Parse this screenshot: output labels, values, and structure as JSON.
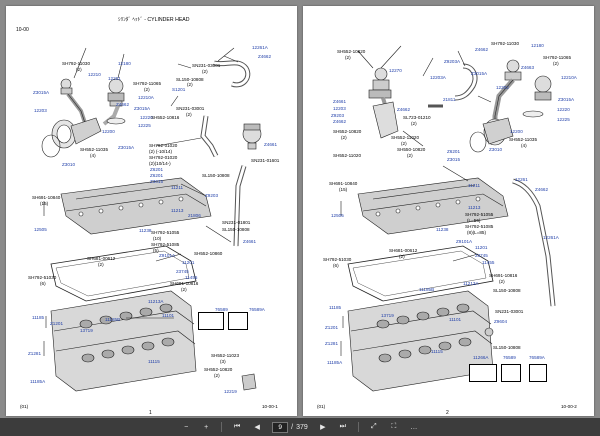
{
  "left_page": {
    "section": "10-00",
    "title": "ｼﾘﾝﾀﾞ ﾍｯﾄﾞ - CYLINDER HEAD",
    "footer_left": "(01)",
    "footer_right": "10-00-1",
    "page_number": "1",
    "labels": {
      "l1": "12261A",
      "l2": "Z4662",
      "l3": "SH792-11030",
      "l4": "(2)",
      "l5": "12180",
      "l6": "12210",
      "l7": "12261",
      "l8": "SN231-03001",
      "l9": "(2)",
      "l10": "Z3015A",
      "l11": "SH792-11065",
      "l12": "(2)",
      "l13": "12210A",
      "l14": "S1201",
      "l15": "SL150-10808",
      "l16": "(2)",
      "l17": "12203",
      "l18": "Z4662",
      "l19": "Z3015A",
      "l20": "SN231-03001",
      "l21": "(2)",
      "l22": "12220",
      "l23": "SH552-10816",
      "l24": "12225",
      "l25": "12200",
      "l26": "SH552-11035",
      "l27": "(4)",
      "l28": "Z3010",
      "l29": "Z4661",
      "l30": "Z3015A",
      "l31": "SH792-01020",
      "l32": "(2) (-10/14)",
      "l33": "SH792-01020",
      "l34": "(2)(10/14-)",
      "l35": "SN231-01601",
      "l36": "Z6201",
      "l37": "Z6201",
      "l38": "Z3015",
      "l39": "SL150-10808",
      "l40": "11211",
      "l41": "Z9203",
      "l42": "SH691-10840",
      "l43": "(15)",
      "l44": "21806",
      "l45": "11213",
      "l46": "SN231-01801",
      "l47": "12505",
      "l48": "SL150-10808",
      "l49": "11238",
      "l50": "SH792-51055",
      "l51": "(10)",
      "l52": "SH792-51085",
      "l53": "(5)",
      "l54": "Z4661",
      "l55": "SH552-10860",
      "l56": "SH681-00612",
      "l57": "(2)",
      "l58": "Z9101A",
      "l59": "11201",
      "l60": "SH792-51030",
      "l61": "(6)",
      "l62": "23745",
      "l63": "11455",
      "l64": "SH691-10816",
      "l65": "(2)",
      "l66": "11213A",
      "l67": "11185",
      "l68": "Z1201",
      "l69": "13719",
      "l70": "11185B",
      "l71": "11101",
      "l72": "76589",
      "l73": "76589A",
      "l74": "Z1281",
      "l75": "11115",
      "l76": "11185A",
      "l77": "SH552-11023",
      "l78": "(3)",
      "l79": "SH552-10820",
      "l80": "(2)",
      "l81": "12219"
    }
  },
  "right_page": {
    "footer_left": "(01)",
    "footer_right": "10-00-2",
    "page_number": "2",
    "labels": {
      "r1": "SH552-10820",
      "r2": "(2)",
      "r3": "Z9203A",
      "r4": "Z4662",
      "r5": "SH792-11030",
      "r6": "12180",
      "r7": "SH792-11065",
      "r8": "(2)",
      "r9": "12270",
      "r10": "Z3015A",
      "r11": "Z4663",
      "r12": "12210A",
      "r13": "Z4661",
      "r14": "12203A",
      "r15": "21811",
      "r16": "Z4662",
      "r17": "12203",
      "r18": "12202",
      "r19": "Z9203",
      "r20": "Z4662",
      "r21": "SL723-01210",
      "r22": "(2)",
      "r23": "Z3015A",
      "r24": "12220",
      "r25": "12225",
      "r26": "SH552-10820",
      "r27": "(2)",
      "r28": "SH552-11020",
      "r29": "(2)",
      "r30": "12200",
      "r31": "SH552-11035",
      "r32": "(4)",
      "r33": "SH552-11020",
      "r34": "SH550-10820",
      "r35": "(2)",
      "r36": "Z3010",
      "r37": "Z6201",
      "r38": "Z3015",
      "r39": "12261",
      "r40": "Z4662",
      "r41": "SH691-10840",
      "r42": "(15)",
      "r43": "11211",
      "r44": "11213",
      "r45": "12505",
      "r46": "SH792-51055",
      "r47": "(L=56)",
      "r48": "SH792-51085",
      "r49": "(8)(L=85)",
      "r50": "11238",
      "r51": "SH681-00612",
      "r52": "(2)",
      "r53": "Z9101A",
      "r54": "11201",
      "r55": "12261A",
      "r56": "SH792-51030",
      "r57": "(6)",
      "r58": "23745",
      "r59": "11455",
      "r60": "11213A",
      "r61": "SH691-10816",
      "r62": "(2)",
      "r63": "11185B",
      "r64": "SL150-10808",
      "r65": "11185",
      "r66": "13719",
      "r67": "SN231-03001",
      "r68": "Z1201",
      "r69": "Z1281",
      "r70": "Z9604",
      "r71": "11101",
      "r72": "11115",
      "r73": "SL150-10808",
      "r74": "11266A",
      "r75": "76589",
      "r76": "76589A",
      "r77": "11185A"
    }
  },
  "toolbar": {
    "zoom_out": "−",
    "zoom_in": "+",
    "first": "⏮",
    "prev": "◀",
    "current_page": "9",
    "page_sep": "/",
    "total_pages": "379",
    "next": "▶",
    "last": "⏭",
    "fit": "⤢",
    "fullscreen": "⛶",
    "more": "…"
  }
}
